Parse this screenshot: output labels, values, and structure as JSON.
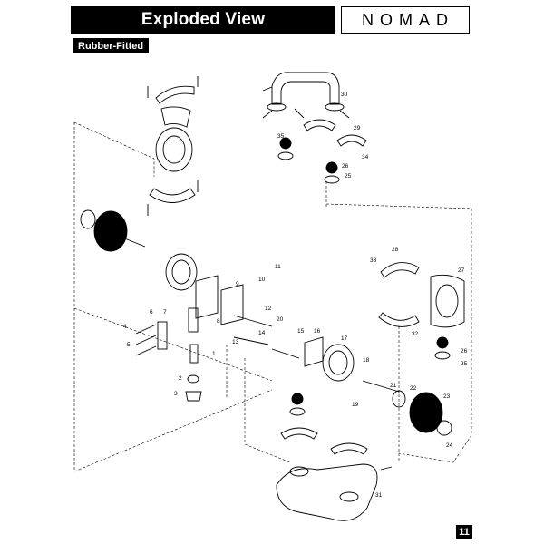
{
  "header": {
    "title": "Exploded View"
  },
  "logo": {
    "text": "NOMAD"
  },
  "section": {
    "label": "Rubber-Fitted"
  },
  "page": {
    "number": "11"
  },
  "callouts": [
    "1",
    "2",
    "3",
    "4",
    "5",
    "6",
    "7",
    "8",
    "9",
    "10",
    "11",
    "12",
    "13",
    "14",
    "15",
    "16",
    "17",
    "18",
    "19",
    "20",
    "21",
    "22",
    "23",
    "24",
    "25",
    "26",
    "27",
    "28",
    "29",
    "30",
    "31",
    "32",
    "33",
    "34",
    "35",
    "25",
    "26"
  ]
}
